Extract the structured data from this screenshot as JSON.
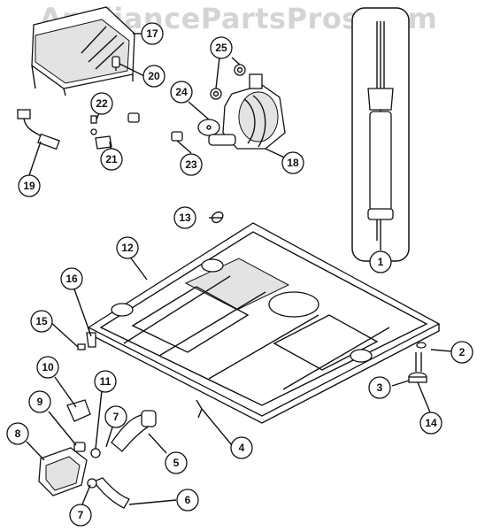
{
  "watermark": "AppliancePartsPros.com",
  "callouts": [
    {
      "label": "1"
    },
    {
      "label": "2"
    },
    {
      "label": "3"
    },
    {
      "label": "4"
    },
    {
      "label": "5"
    },
    {
      "label": "6"
    },
    {
      "label": "7"
    },
    {
      "label": "7"
    },
    {
      "label": "8"
    },
    {
      "label": "9"
    },
    {
      "label": "10"
    },
    {
      "label": "11"
    },
    {
      "label": "12"
    },
    {
      "label": "13"
    },
    {
      "label": "14"
    },
    {
      "label": "15"
    },
    {
      "label": "16"
    },
    {
      "label": "17"
    },
    {
      "label": "18"
    },
    {
      "label": "19"
    },
    {
      "label": "20"
    },
    {
      "label": "21"
    },
    {
      "label": "22"
    },
    {
      "label": "23"
    },
    {
      "label": "24"
    },
    {
      "label": "25"
    }
  ]
}
